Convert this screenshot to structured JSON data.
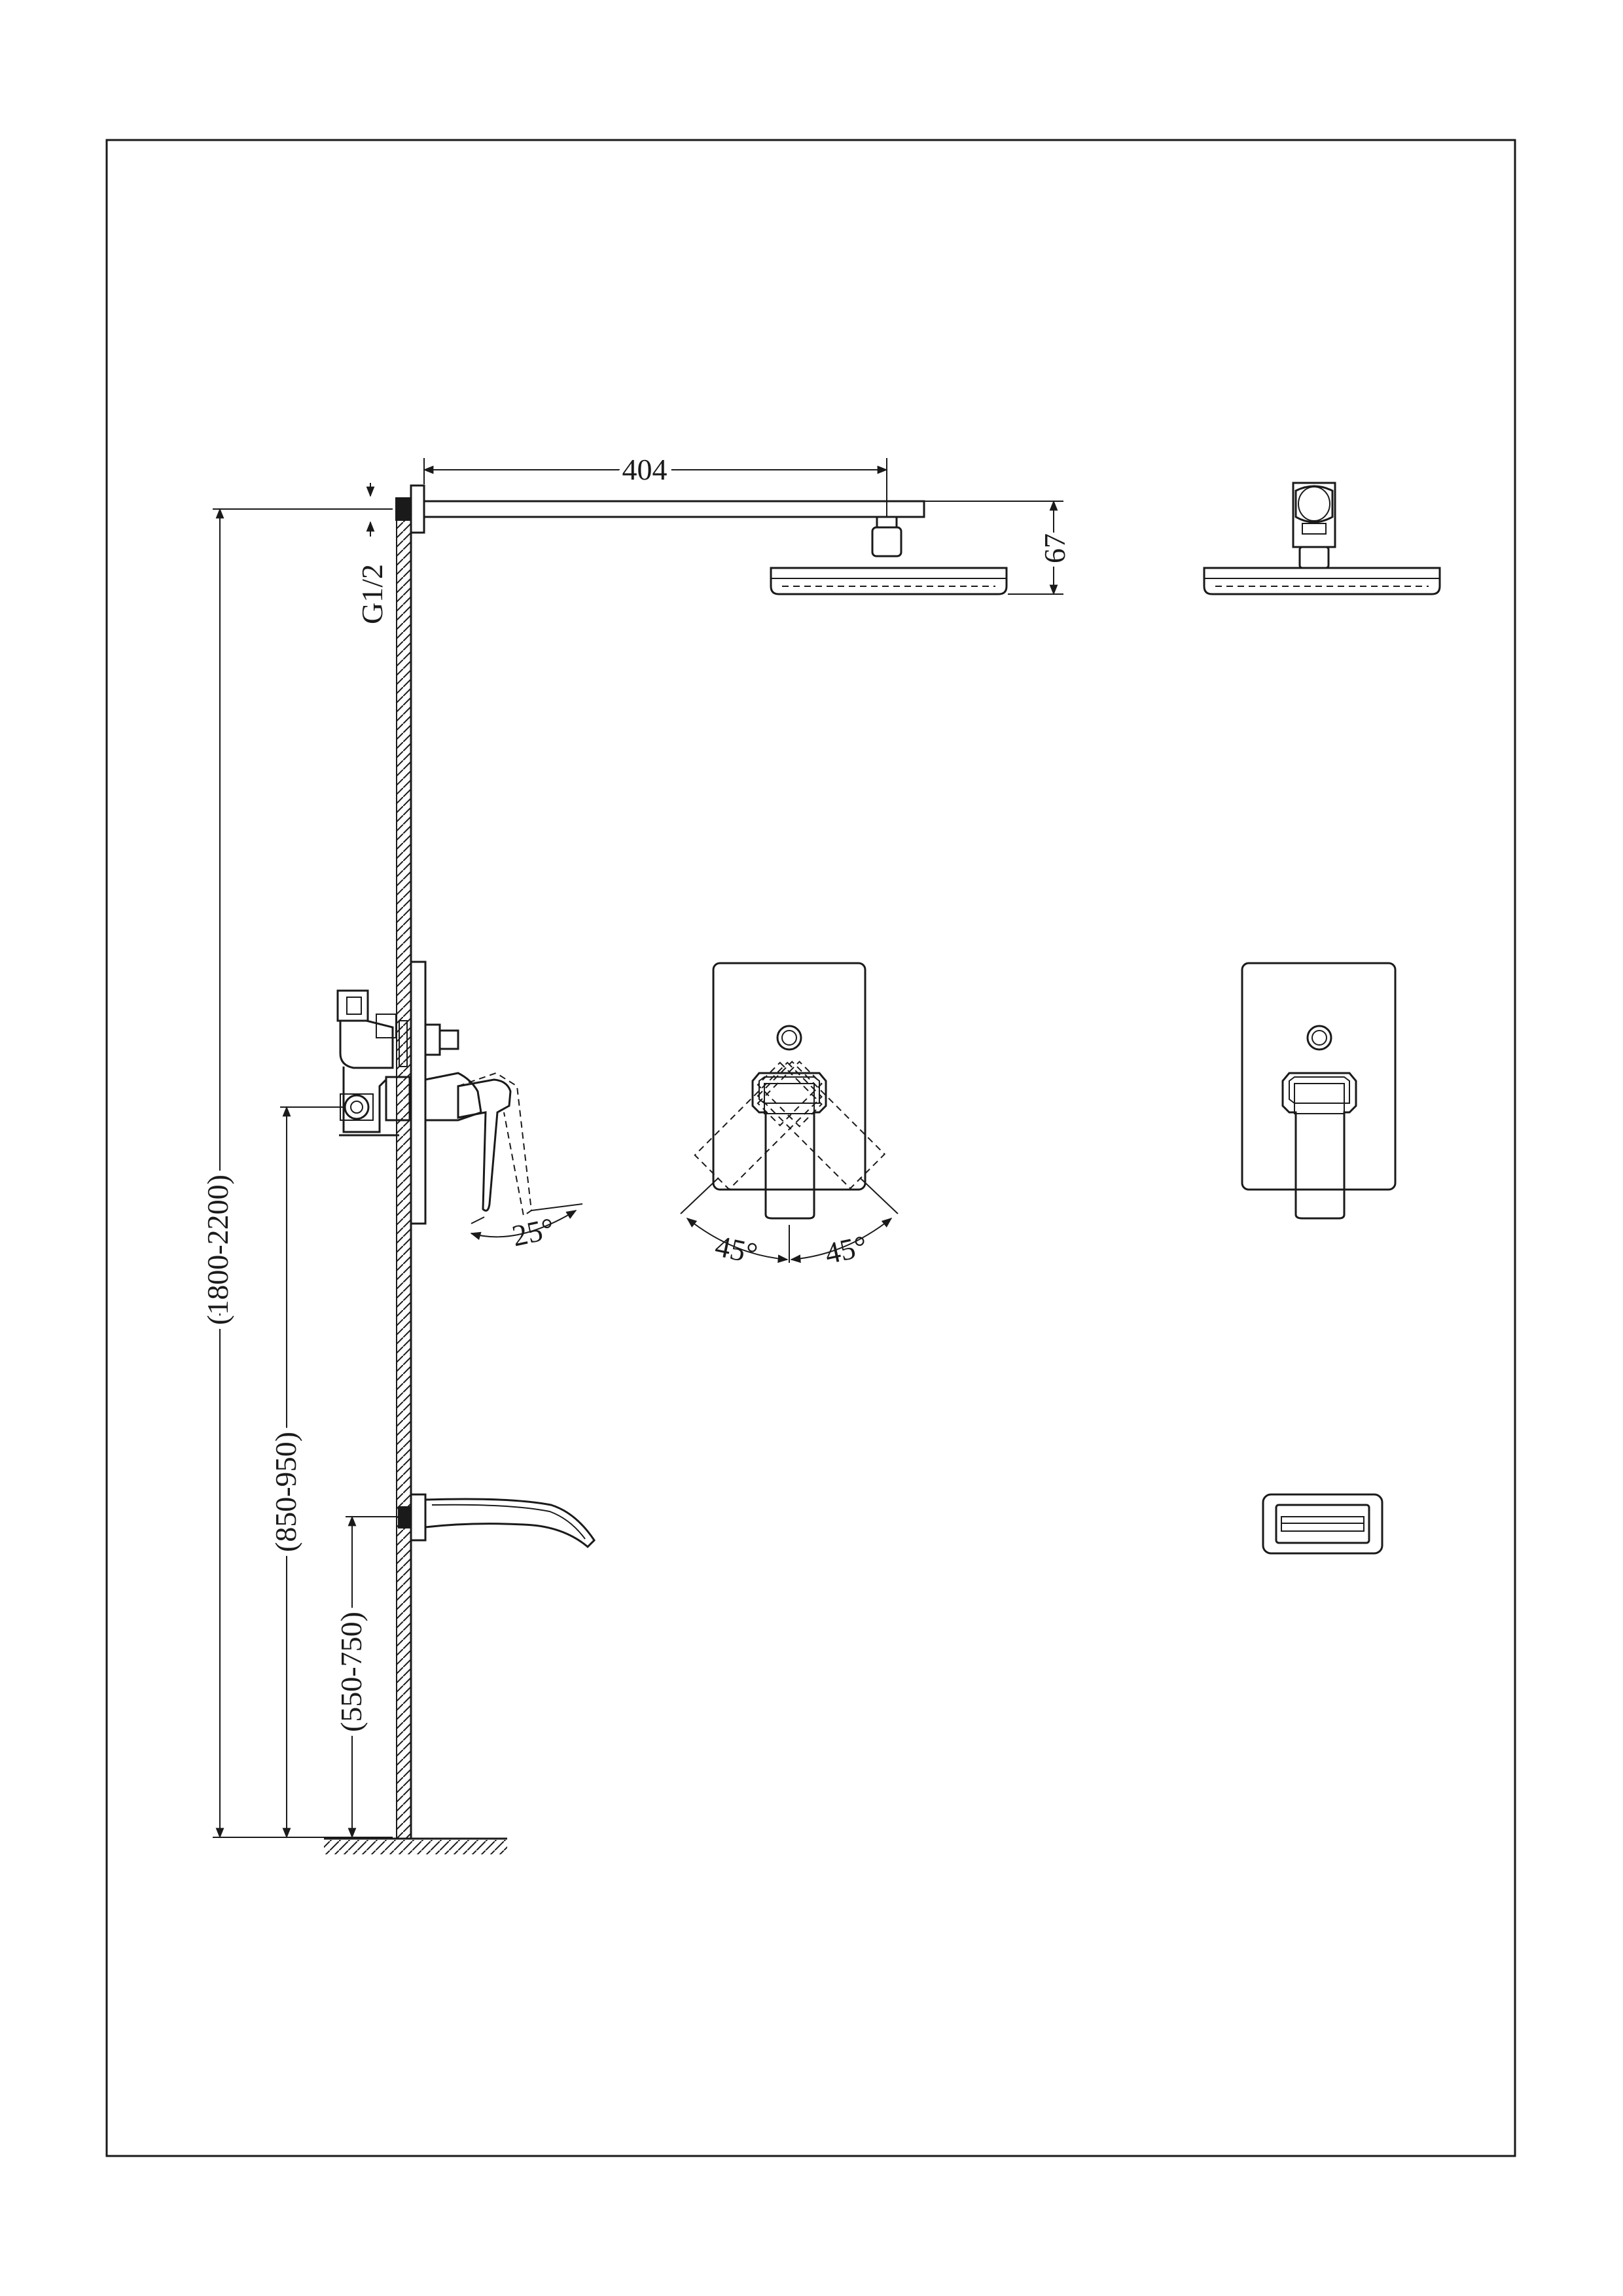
{
  "dimensions": {
    "arm_length": "404",
    "head_height": "67",
    "thread": "G1/2",
    "total_height": "(1800-2200)",
    "mixer_height": "(850-950)",
    "spout_height": "(550-750)",
    "lever_angle": "25°",
    "rotation_left": "45°",
    "rotation_right": "45°"
  },
  "colors": {
    "line": "#1a1a1a",
    "background": "#ffffff"
  }
}
